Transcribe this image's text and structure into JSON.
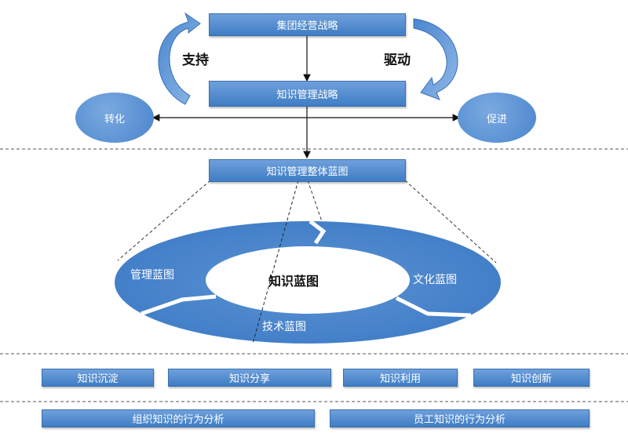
{
  "top": {
    "group_strategy": "集团经营战略",
    "km_strategy": "知识管理战略",
    "support": "支持",
    "drive": "驱动",
    "transform": "转化",
    "promote": "促进"
  },
  "middle": {
    "overall_blueprint": "知识管理整体蓝图",
    "center_title": "知识蓝图",
    "management_blueprint": "管理蓝图",
    "culture_blueprint": "文化蓝图",
    "technology_blueprint": "技术蓝图"
  },
  "bottom": {
    "row1": [
      "知识沉淀",
      "知识分享",
      "知识利用",
      "知识创新"
    ],
    "row2": [
      "组织知识的行为分析",
      "员工知识的行为分析"
    ]
  }
}
